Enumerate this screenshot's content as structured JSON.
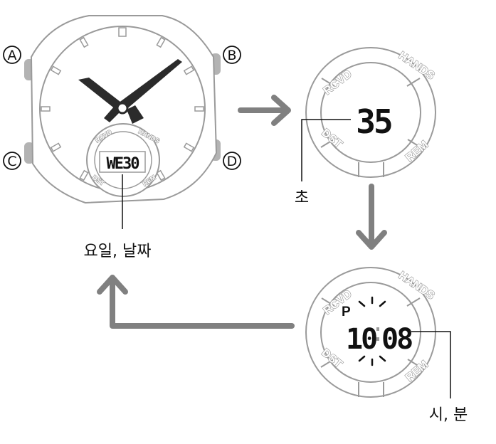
{
  "buttons": {
    "a": "A",
    "b": "B",
    "c": "C",
    "d": "D"
  },
  "ring_labels": {
    "rcvd": "RCVD",
    "hands": "HANDS",
    "dst": "DST",
    "rem": "REM"
  },
  "display_main": "WE30",
  "display_seconds": "35",
  "display_time": {
    "pm": "P",
    "hour": "10",
    "minute": "08"
  },
  "labels": {
    "day_date": "요일, 날짜",
    "seconds": "초",
    "hour_minute": "시, 분"
  },
  "colors": {
    "outline": "#9a9a9a",
    "arrow": "#808080",
    "hands": "#2b2b2b",
    "text": "#111111"
  }
}
